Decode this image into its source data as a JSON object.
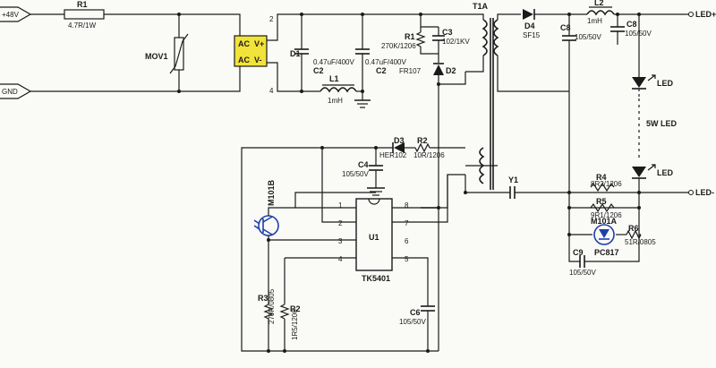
{
  "terminals": {
    "plus48v": "+48V",
    "gnd": "GND",
    "led_plus": "LED+",
    "led_minus": "LED-"
  },
  "components": {
    "r1": {
      "ref": "R1",
      "value": "4.7R/1W"
    },
    "mov1": {
      "ref": "MOV1"
    },
    "bridge": {
      "ac1": "AC",
      "ac2": "AC",
      "vplus": "V+",
      "vminus": "V-",
      "pin2": "2",
      "pin4": "4"
    },
    "d1": {
      "ref": "D1"
    },
    "c2a": {
      "ref": "C2",
      "value": "0.47uF/400V"
    },
    "c2b": {
      "ref": "C2",
      "value": "0.47uF/400V"
    },
    "l1": {
      "ref": "L1",
      "value": "1mH"
    },
    "r1b": {
      "ref": "R1",
      "value": "270K/1206"
    },
    "c3": {
      "ref": "C3",
      "value": "102/1KV"
    },
    "d2": {
      "ref": "D2",
      "value": "FR107"
    },
    "t1": {
      "ref": "T1A"
    },
    "d4": {
      "ref": "D4",
      "value": "SF15"
    },
    "l2": {
      "ref": "L2",
      "value": "1mH"
    },
    "c8a": {
      "ref": "C8",
      "value": "105/50V"
    },
    "c8b": {
      "ref": "C8",
      "value": "105/50V"
    },
    "led1": {
      "ref": "LED"
    },
    "led_mid": {
      "value": "5W LED"
    },
    "led2": {
      "ref": "LED"
    },
    "d3": {
      "ref": "D3",
      "value": "HER102"
    },
    "r2a": {
      "ref": "R2",
      "value": "10R/1206"
    },
    "c4": {
      "ref": "C4",
      "value": "105/50V"
    },
    "y1": {
      "ref": "Y1"
    },
    "r4": {
      "ref": "R4",
      "value": "8R2/1206"
    },
    "r5": {
      "ref": "R5",
      "value": "9R1/1206"
    },
    "m101a": {
      "ref": "M101A",
      "value": "PC817"
    },
    "r6": {
      "ref": "R6",
      "value": "51R/0805"
    },
    "c9": {
      "ref": "C9",
      "value": "105/50V"
    },
    "m101b": {
      "ref": "M101B"
    },
    "u1": {
      "ref": "U1",
      "value": "TK5401",
      "pins": [
        "1",
        "2",
        "3",
        "4",
        "5",
        "6",
        "7",
        "8"
      ]
    },
    "r3": {
      "ref": "R3",
      "value": "270R/0805"
    },
    "r2b": {
      "ref": "R2",
      "value": "1R5/1206"
    },
    "c6": {
      "ref": "C6",
      "value": "105/50V"
    }
  },
  "colors": {
    "bridge_fill": "#f2e33a",
    "optocoupler": "#1f3fa8",
    "wire": "#1a1a1a"
  }
}
